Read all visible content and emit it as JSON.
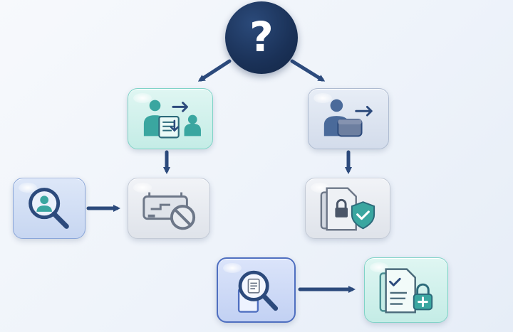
{
  "question_node": {
    "symbol": "?",
    "icon": "question-mark-icon"
  },
  "branches": [
    {
      "side": "left",
      "steps": [
        {
          "icon": "person-handoff-document-icon",
          "style": "teal"
        },
        {
          "icon": "blocked-server-icon",
          "style": "gray"
        }
      ],
      "side_input": {
        "icon": "user-search-icon",
        "style": "blue"
      }
    },
    {
      "side": "right",
      "steps": [
        {
          "icon": "person-wallet-transfer-icon",
          "style": "bluegray"
        },
        {
          "icon": "locked-documents-shield-icon",
          "style": "gray"
        }
      ]
    }
  ],
  "bottom_flow": [
    {
      "icon": "document-search-icon",
      "style": "blue-strong"
    },
    {
      "icon": "secure-checklist-icon",
      "style": "teal"
    }
  ],
  "colors": {
    "navy": "#1a3157",
    "arrow": "#2c4a7c",
    "teal": "#3aa6a0",
    "slate": "#4a6a9a",
    "gray_icon": "#6d7788"
  }
}
